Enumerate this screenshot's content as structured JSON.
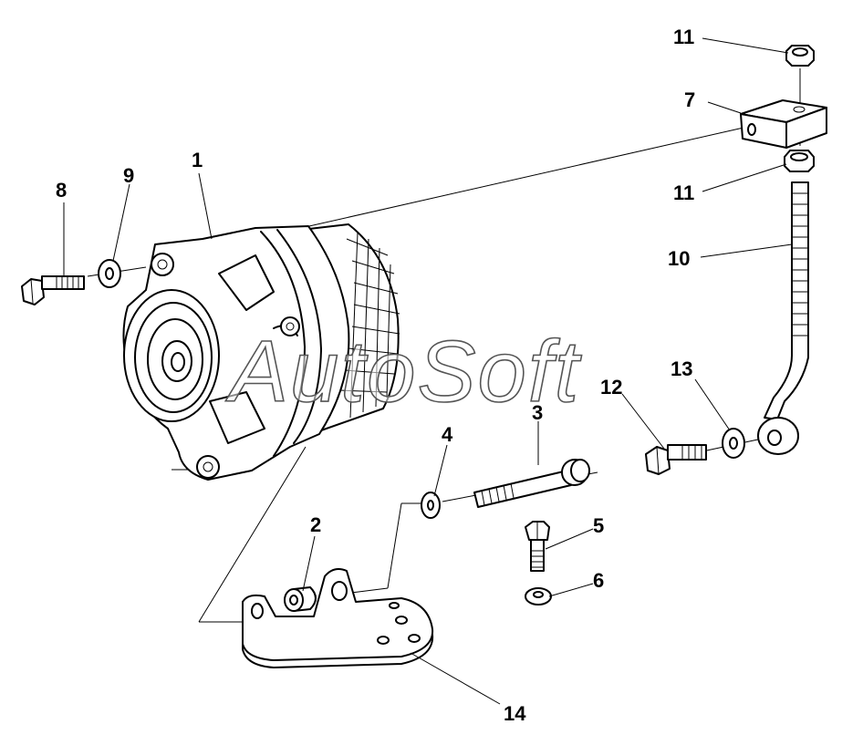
{
  "watermark": "AutoSoft",
  "callouts": {
    "c1": "1",
    "c2": "2",
    "c3": "3",
    "c4": "4",
    "c5": "5",
    "c6": "6",
    "c7": "7",
    "c8": "8",
    "c9": "9",
    "c10": "10",
    "c11a": "11",
    "c11b": "11",
    "c12": "12",
    "c13": "13",
    "c14": "14"
  }
}
